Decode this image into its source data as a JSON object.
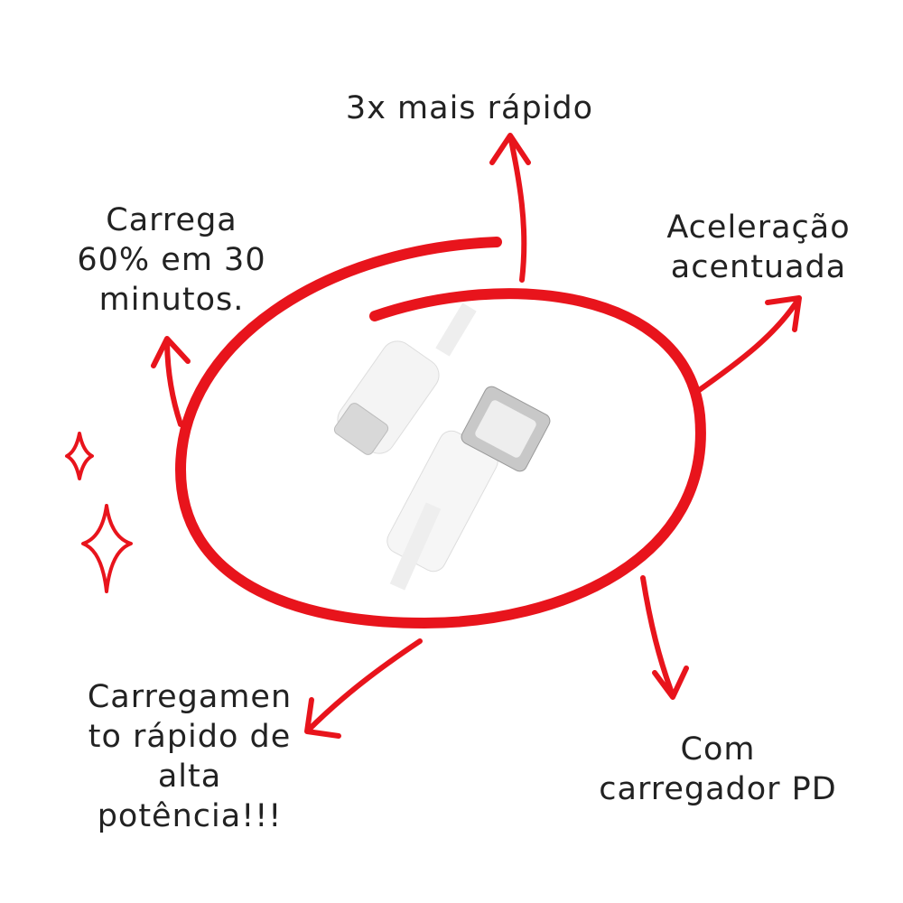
{
  "labels": {
    "top": "3x mais rápido",
    "top_left": [
      "Carrega",
      "60% em 30",
      "minutos."
    ],
    "top_right": [
      "Aceleração",
      "acentuada"
    ],
    "bottom_left": [
      "Carregamen",
      "to rápido de",
      "alta",
      "potência!!!"
    ],
    "bottom_right": [
      "Com",
      "carregador PD"
    ]
  },
  "colors": {
    "accent": "#e8141c"
  }
}
